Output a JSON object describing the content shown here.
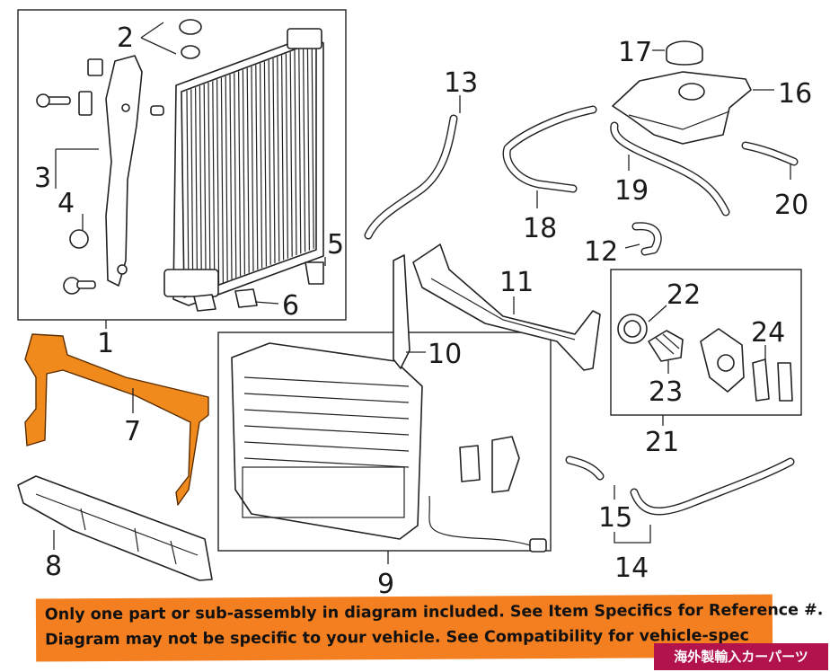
{
  "callouts": {
    "c1": "1",
    "c2": "2",
    "c3": "3",
    "c4": "4",
    "c5": "5",
    "c6": "6",
    "c7": "7",
    "c8": "8",
    "c9": "9",
    "c10": "10",
    "c11": "11",
    "c12": "12",
    "c13": "13",
    "c14": "14",
    "c15": "15",
    "c16": "16",
    "c17": "17",
    "c18": "18",
    "c19": "19",
    "c20": "20",
    "c21": "21",
    "c22": "22",
    "c23": "23",
    "c24": "24"
  },
  "highlight_color": "#f08a1c",
  "banner": {
    "line1": "Only one part or sub-assembly in diagram included. See Item Specifics for Reference #.",
    "line2": "Diagram may not be specific to your vehicle. See Compatibility for vehicle-spec",
    "color": "#f47f20"
  },
  "watermark": {
    "text": "海外製輸入カーパーツ",
    "color": "#b3134c"
  }
}
